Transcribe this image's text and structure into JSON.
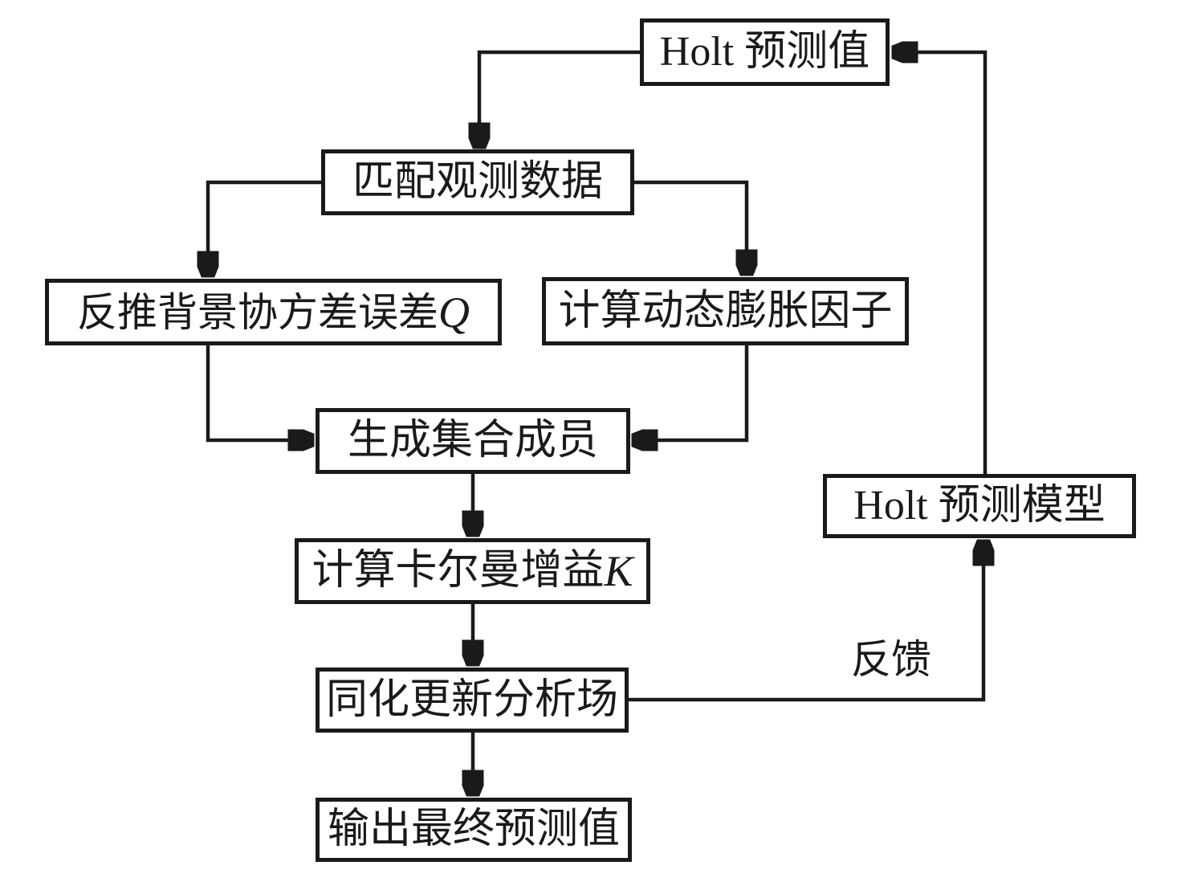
{
  "nodes": {
    "holt_value": {
      "label": "Holt 预测值"
    },
    "match_obs": {
      "label": "匹配观测数据"
    },
    "back_q": {
      "label": "反推背景协方差误差 ",
      "var": "Q"
    },
    "inflation": {
      "label": "计算动态膨胀因子"
    },
    "ensemble": {
      "label": "生成集合成员"
    },
    "kalman": {
      "label": "计算卡尔曼增益 ",
      "var": "K"
    },
    "assimilate": {
      "label": "同化更新分析场"
    },
    "output": {
      "label": "输出最终预测值"
    },
    "holt_model": {
      "label": "Holt 预测模型"
    }
  },
  "edge_labels": {
    "feedback": "反馈"
  },
  "colors": {
    "line": "#1a1a1a",
    "background": "#ffffff"
  }
}
